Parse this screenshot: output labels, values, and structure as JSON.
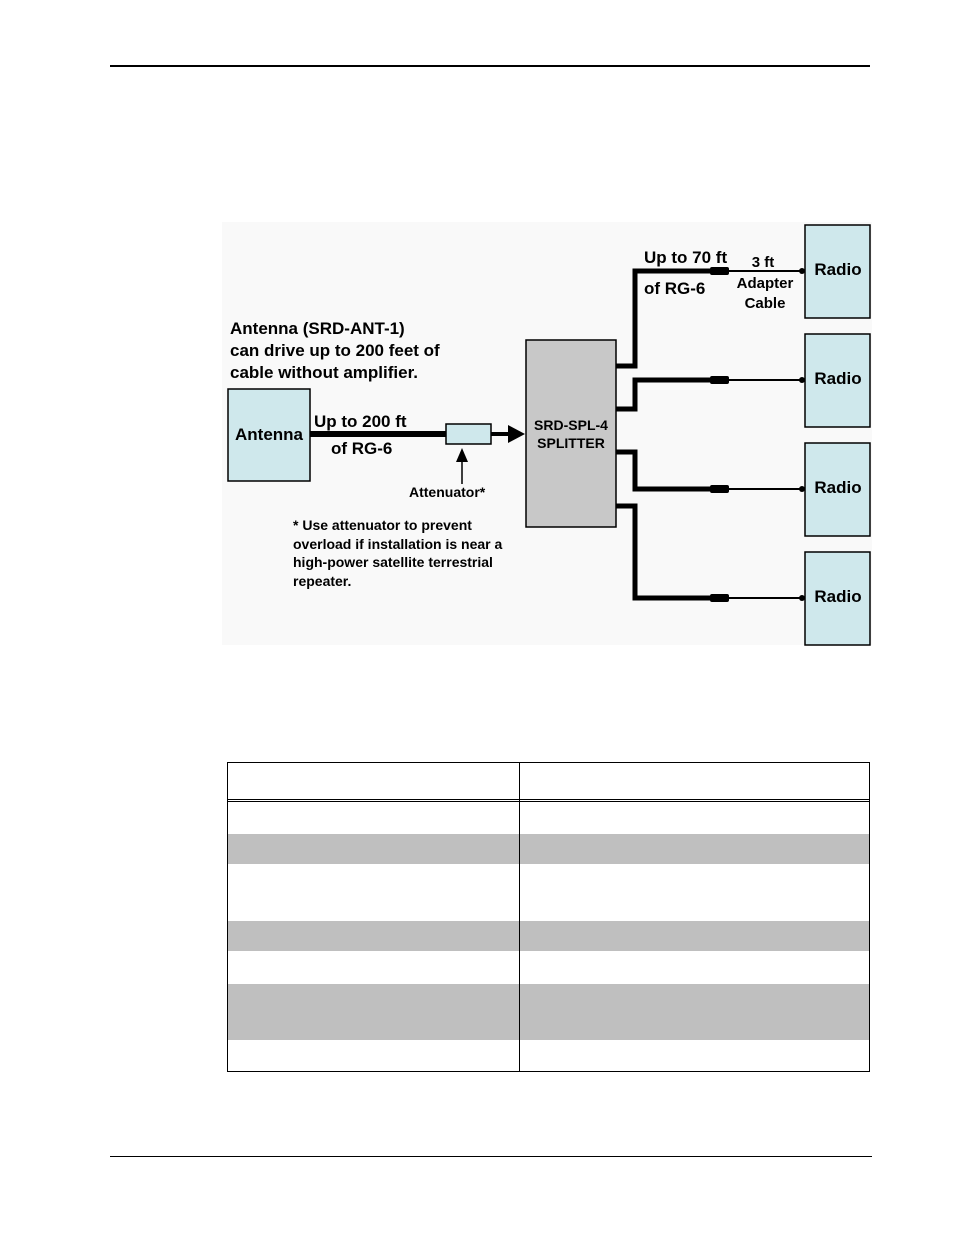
{
  "diagram": {
    "antenna_note_lines": [
      "Antenna (SRD-ANT-1)",
      "can drive up to 200 feet of",
      "cable without amplifier."
    ],
    "antenna_label": "Antenna",
    "cable_main_line1": "Up to 200 ft",
    "cable_main_line2": "of RG-6",
    "attenuator_label": "Attenuator*",
    "attenuator_note_lines": [
      "* Use attenuator to prevent",
      "overload if installation is near a",
      "high-power satellite terrestrial",
      "repeater."
    ],
    "splitter_line1": "SRD-SPL-4",
    "splitter_line2": "SPLITTER",
    "branch_cable_line1": "Up to 70 ft",
    "branch_cable_line2": "of RG-6",
    "adapter_lines": [
      "3 ft",
      "Adapter",
      "Cable"
    ],
    "radio_labels": [
      "Radio",
      "Radio",
      "Radio",
      "Radio"
    ],
    "colors": {
      "box_fill": "#cfe8ec",
      "splitter_fill": "#c8c8c8",
      "line": "#000000"
    }
  },
  "table": {
    "header": [
      "",
      ""
    ],
    "rows": [
      [
        "",
        ""
      ],
      [
        "",
        ""
      ],
      [
        "",
        ""
      ],
      [
        "",
        ""
      ],
      [
        "",
        ""
      ],
      [
        "",
        ""
      ],
      [
        "",
        ""
      ]
    ]
  }
}
